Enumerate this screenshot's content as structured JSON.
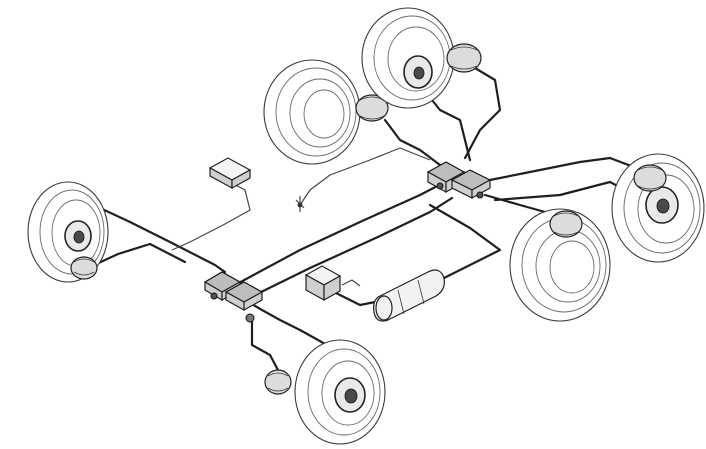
{
  "figure": {
    "kind": "isometric line drawing of a vehicle air brake / ABS system layout",
    "stroke_color": "#1f1f1f",
    "background_color": "#ffffff"
  },
  "components": {
    "wheels": [
      "front-left-wheel",
      "front-right-wheel",
      "rear-left-upper-wheel",
      "rear-left-lower-wheel",
      "rear-right-upper-wheel",
      "rear-right-lower-wheel"
    ],
    "brake_chambers": 6,
    "control_unit": "ecu-box",
    "air_tank": "air-reservoir",
    "front_valve_assembly": "front-valve-block",
    "rear_valve_assembly": "rear-valve-block"
  }
}
